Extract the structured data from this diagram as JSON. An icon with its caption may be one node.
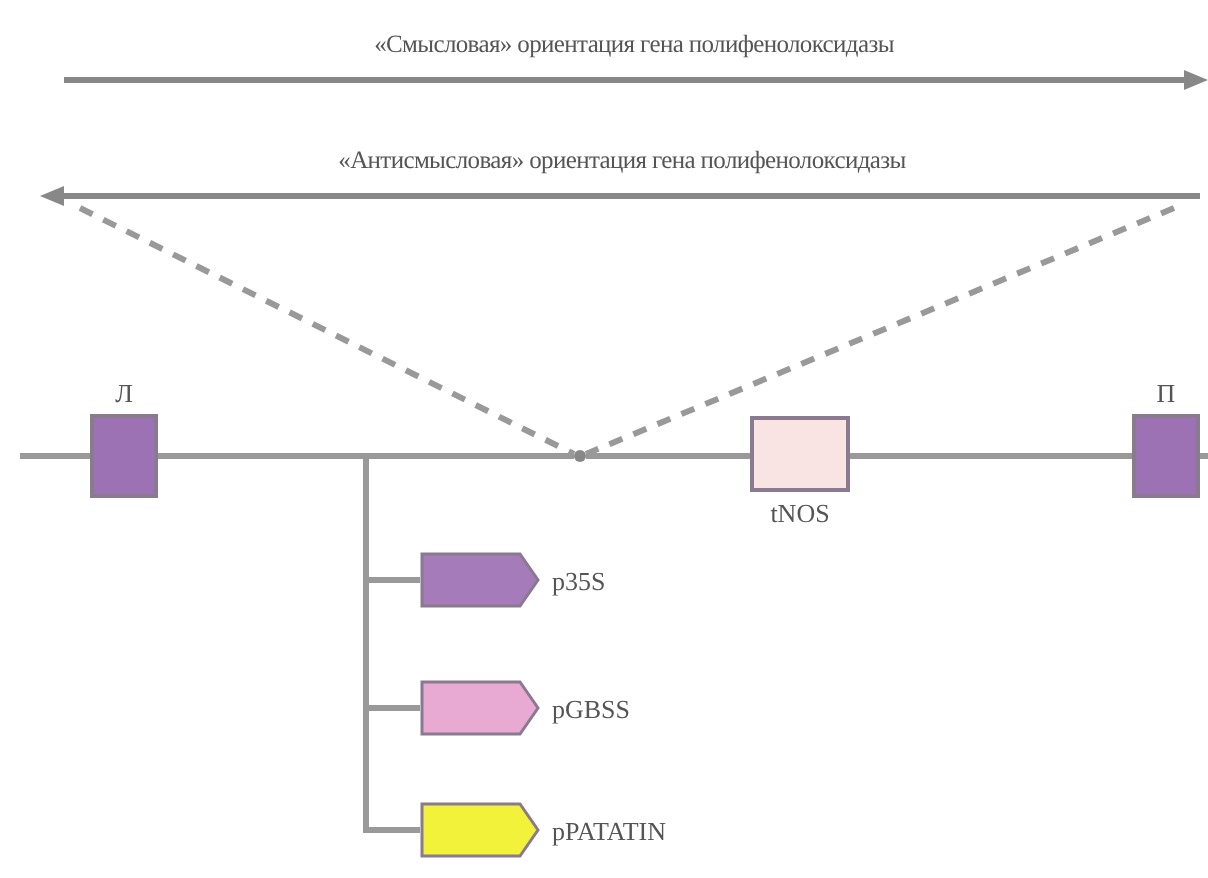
{
  "diagram": {
    "nodes": [
      {
        "text": [
          "«Смысловая» ориентация гена полифенолоксидазы"
        ]
      },
      {
        "text": [
          "«Антисмысловая» ориентация гена полифенолоксидазы"
        ]
      },
      {
        "text": [
          "Л"
        ]
      },
      {
        "text": [
          "tNOS"
        ]
      },
      {
        "text": [
          "П"
        ]
      },
      {
        "text": [],
        "shape": "box",
        "beside": [
          "p35S"
        ]
      },
      {
        "text": [],
        "shape": "box",
        "beside": [
          "pGBSS"
        ]
      },
      {
        "text": [],
        "shape": "box",
        "beside": [
          "pPATATIN"
        ]
      },
      {
        "text": [],
        "shape": "circle"
      }
    ],
    "edges": [
      {
        "from": 2,
        "to": 8,
        "arrow": "none"
      },
      {
        "from": 8,
        "to": 3,
        "arrow": "none"
      },
      {
        "from": 3,
        "to": 4,
        "arrow": "none"
      },
      {
        "from": 2,
        "to": 5,
        "arrow": "none"
      },
      {
        "from": 2,
        "to": 6,
        "arrow": "none"
      },
      {
        "from": 2,
        "to": 7,
        "arrow": "none"
      },
      {
        "from": 1,
        "to": 8,
        "arrow": "none",
        "style": "dashed"
      },
      {
        "from": 1,
        "to": 8,
        "arrow": "none",
        "style": "dashed"
      }
    ]
  }
}
